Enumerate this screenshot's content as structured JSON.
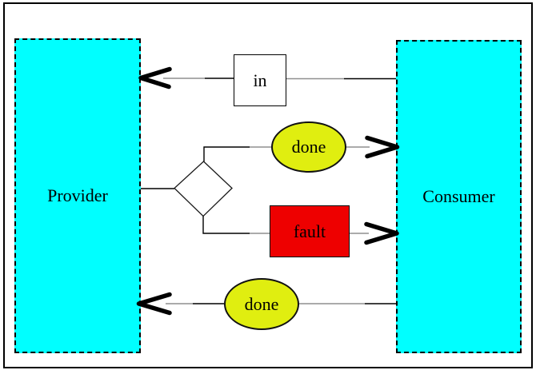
{
  "diagram": {
    "nodes": {
      "provider": {
        "label": "Provider",
        "fill": "#00FFFF",
        "border_style": "dashed"
      },
      "consumer": {
        "label": "Consumer",
        "fill": "#00FFFF",
        "border_style": "dashed"
      },
      "in_message": {
        "label": "in",
        "fill": "#FFFFFF",
        "shape": "square"
      },
      "decision": {
        "label": "",
        "fill": "#FFFFFF",
        "shape": "diamond"
      },
      "done_top": {
        "label": "done",
        "fill": "#E0EE10",
        "shape": "ellipse"
      },
      "fault": {
        "label": "fault",
        "fill": "#EE0000",
        "shape": "rectangle"
      },
      "done_bottom": {
        "label": "done",
        "fill": "#E0EE10",
        "shape": "ellipse"
      }
    },
    "edges": [
      {
        "from": "consumer",
        "via": "in_message",
        "to": "provider",
        "arrow": "chevron-left"
      },
      {
        "from": "provider",
        "to": "decision",
        "arrow": "none"
      },
      {
        "from": "decision",
        "via": "done_top",
        "to": "consumer",
        "arrow": "chevron-right"
      },
      {
        "from": "decision",
        "via": "fault",
        "to": "consumer",
        "arrow": "chevron-right"
      },
      {
        "from": "consumer",
        "via": "done_bottom",
        "to": "provider",
        "arrow": "chevron-left"
      }
    ],
    "colors": {
      "participant_fill": "#00FFFF",
      "done_fill": "#E0EE10",
      "fault_fill": "#EE0000",
      "message_fill": "#FFFFFF",
      "line_primary": "#000000",
      "line_secondary": "#8f8f8f",
      "frame_border": "#000000",
      "background": "#FFFFFF"
    }
  }
}
